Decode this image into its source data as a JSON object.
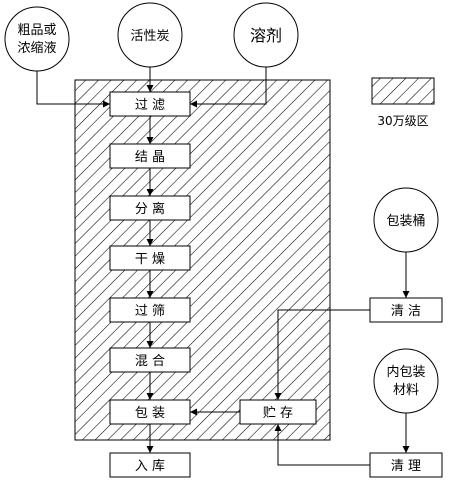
{
  "inputs": {
    "crude": [
      "粗品或",
      "浓缩液"
    ],
    "carbon": "活性炭",
    "solvent": "溶剂",
    "packaging_bucket": "包装桶",
    "inner_packaging": [
      "内包装",
      "材料"
    ]
  },
  "legend": {
    "label": "30万级区"
  },
  "steps": {
    "filter": "过 滤",
    "crystallize": "结 晶",
    "separate": "分 离",
    "dry": "干 燥",
    "sieve": "过 筛",
    "mix": "混 合",
    "package": "包 装",
    "store": "贮 存",
    "warehouse": "入 库",
    "clean": "清 洁",
    "tidy": "清 理"
  }
}
